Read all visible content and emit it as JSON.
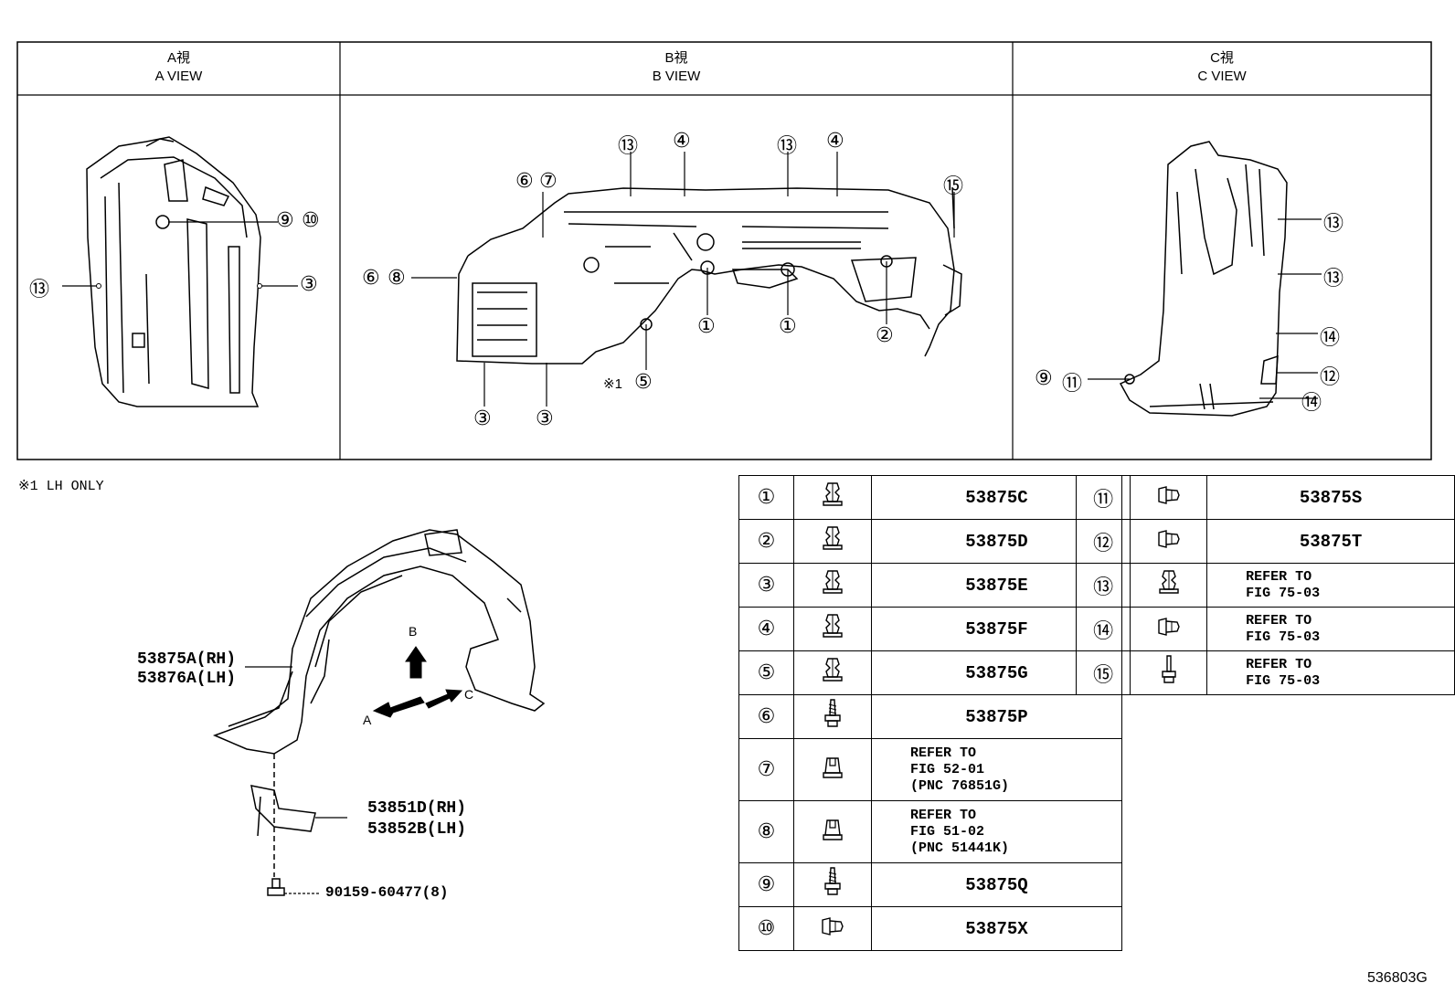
{
  "views": [
    {
      "jp": "A視",
      "en": "A VIEW"
    },
    {
      "jp": "B視",
      "en": "B VIEW"
    },
    {
      "jp": "C視",
      "en": "C VIEW"
    }
  ],
  "note": "※1 LH ONLY",
  "note_mark": "※1",
  "arrows": {
    "a": "A",
    "b": "B",
    "c": "C"
  },
  "callouts": {
    "n1": "①",
    "n2": "②",
    "n3": "③",
    "n4": "④",
    "n5": "⑤",
    "n6": "⑥",
    "n7": "⑦",
    "n8": "⑧",
    "n9": "⑨",
    "n10": "⑩",
    "n11": "⑪",
    "n12": "⑫",
    "n13": "⑬",
    "n14": "⑭",
    "n15": "⑮"
  },
  "main_labels": {
    "liner_rh": "53875A(RH)",
    "liner_lh": "53876A(LH)",
    "seal_rh": "53851D(RH)",
    "seal_lh": "53852B(LH)",
    "bolt": "90159-60477(8)"
  },
  "parts_left": [
    {
      "num": "①",
      "icon": "clip-icon",
      "part": "53875C"
    },
    {
      "num": "②",
      "icon": "clip-icon",
      "part": "53875D"
    },
    {
      "num": "③",
      "icon": "clip-icon",
      "part": "53875E"
    },
    {
      "num": "④",
      "icon": "clip-icon",
      "part": "53875F"
    },
    {
      "num": "⑤",
      "icon": "clip-icon",
      "part": "53875G"
    },
    {
      "num": "⑥",
      "icon": "screw-icon",
      "part": "53875P"
    },
    {
      "num": "⑦",
      "icon": "nut-clip-icon",
      "part": "REFER TO\nFIG 52-01\n(PNC 76851G)"
    },
    {
      "num": "⑧",
      "icon": "nut-clip-icon",
      "part": "REFER TO\nFIG 51-02\n(PNC 51441K)"
    },
    {
      "num": "⑨",
      "icon": "screw-icon",
      "part": "53875Q"
    },
    {
      "num": "⑩",
      "icon": "grommet-icon",
      "part": "53875X"
    }
  ],
  "parts_right": [
    {
      "num": "⑪",
      "icon": "grommet-icon",
      "part": "53875S"
    },
    {
      "num": "⑫",
      "icon": "grommet-icon",
      "part": "53875T"
    },
    {
      "num": "⑬",
      "icon": "clip-icon",
      "part": "REFER TO\nFIG 75-03"
    },
    {
      "num": "⑭",
      "icon": "grommet-icon",
      "part": "REFER TO\nFIG 75-03"
    },
    {
      "num": "⑮",
      "icon": "bolt-icon",
      "part": "REFER TO\nFIG 75-03"
    }
  ],
  "figure_code": "536803G",
  "colors": {
    "line": "#000000",
    "background": "#ffffff"
  }
}
